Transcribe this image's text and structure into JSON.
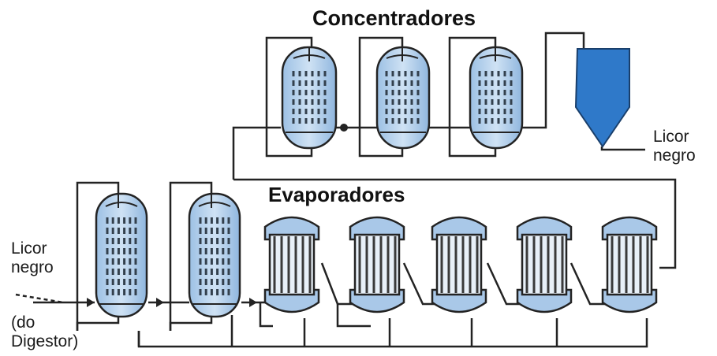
{
  "diagram": {
    "title_top": "Concentradores",
    "title_middle": "Evaporadores",
    "input_label": [
      "Licor",
      "negro"
    ],
    "input_source": [
      "(do",
      "Digestor)"
    ],
    "output_label": [
      "Licor",
      "negro"
    ]
  },
  "colors": {
    "vessel_fill": "#a9c8e8",
    "vessel_fill_dark": "#7fa9d3",
    "tank_fill": "#2f79c9",
    "line": "#232323",
    "tube": "#33404d"
  }
}
